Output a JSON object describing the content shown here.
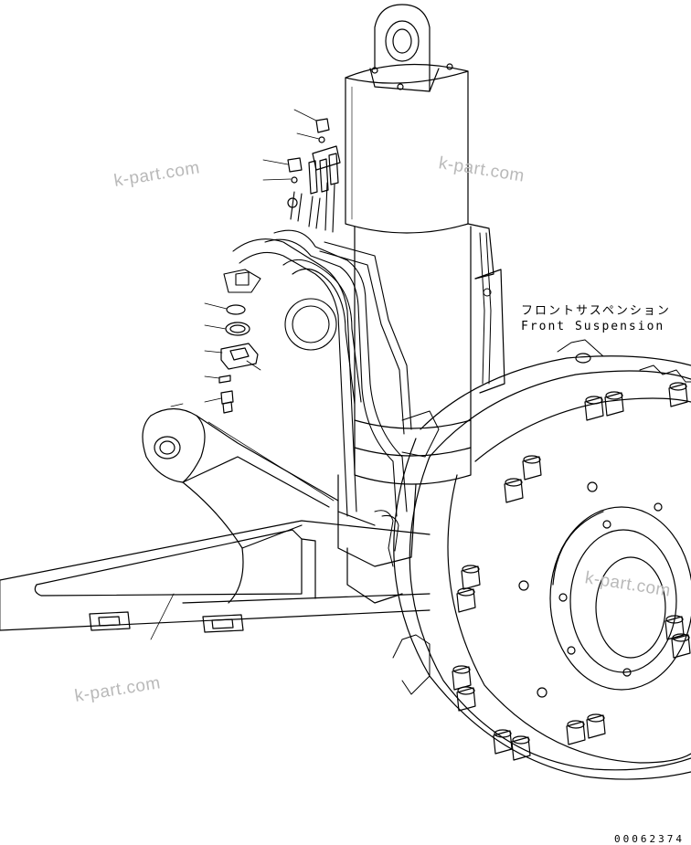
{
  "diagram": {
    "caption_jp": "フロントサスペンション",
    "caption_en": "Front Suspension",
    "drawing_number": "00062374",
    "watermarks": [
      "k-part.com",
      "k-part.com",
      "k-part.com",
      "k-part.com"
    ],
    "colors": {
      "line": "#000000",
      "watermark": "#b9b9b9",
      "background": "#ffffff"
    }
  }
}
